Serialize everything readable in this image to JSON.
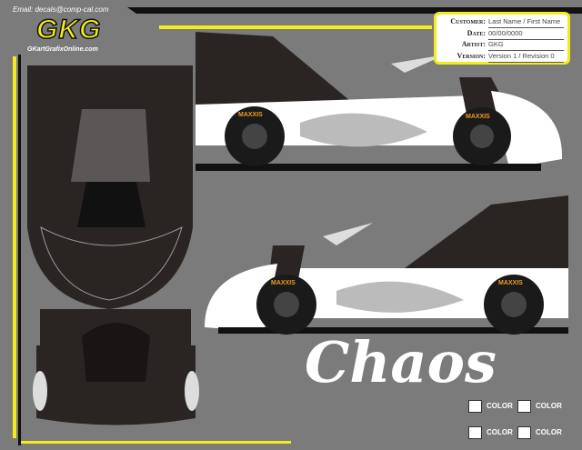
{
  "header": {
    "email": "Email: decals@comp-cal.com",
    "logo_text": "GKG",
    "logo_url": "GKartGrafixOnline.com"
  },
  "info": {
    "customer_label": "Customer:",
    "customer_value": "Last Name / First Name",
    "date_label": "Date:",
    "date_value": "00/00/0000",
    "artist_label": "Artist:",
    "artist_value": "GKG",
    "version_label": "Version:",
    "version_value": "Version 1 / Revision 0"
  },
  "design_name": "Chaos",
  "color_options": [
    "COLOR",
    "COLOR",
    "COLOR",
    "COLOR"
  ],
  "tire_brand": "MAXXIS",
  "colors": {
    "background": "#7b7b7b",
    "accent": "#f4ec1a",
    "body": "#2a2423"
  }
}
